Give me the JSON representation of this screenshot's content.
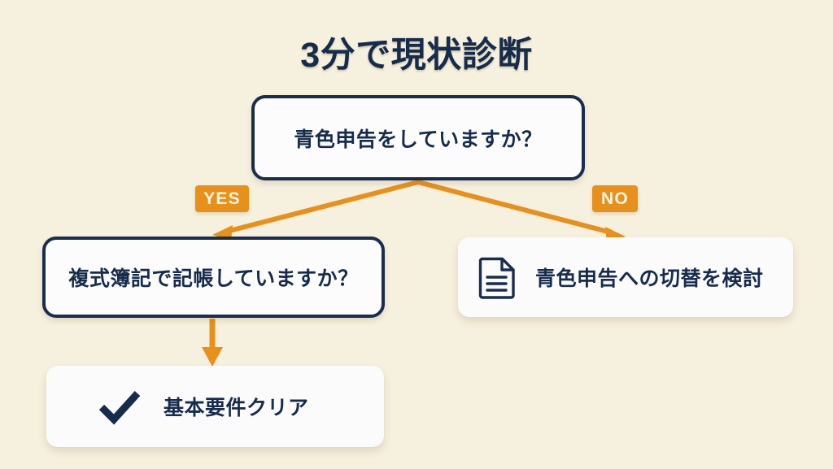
{
  "page": {
    "title": "3分で現状診断",
    "background_color": "#f6f0de",
    "accent_color": "#e8901c",
    "navy_color": "#172c4d",
    "card_color": "#fcfcfd"
  },
  "flowchart": {
    "root": {
      "label": "青色申告をしていますか？",
      "type": "question"
    },
    "branches": [
      {
        "badge": "YES",
        "target": "複式簿記で記帳していますか？"
      },
      {
        "badge": "NO",
        "target": "青色申告への切替を検討"
      }
    ],
    "nodes": [
      {
        "id": "bookkeeping",
        "label": "複式簿記で記帳していますか？",
        "type": "question"
      },
      {
        "id": "switch",
        "label": "青色申告への切替を検討",
        "type": "result",
        "icon": "document-icon"
      },
      {
        "id": "cleared",
        "label": "基本要件クリア",
        "type": "result",
        "icon": "check-icon"
      }
    ]
  }
}
